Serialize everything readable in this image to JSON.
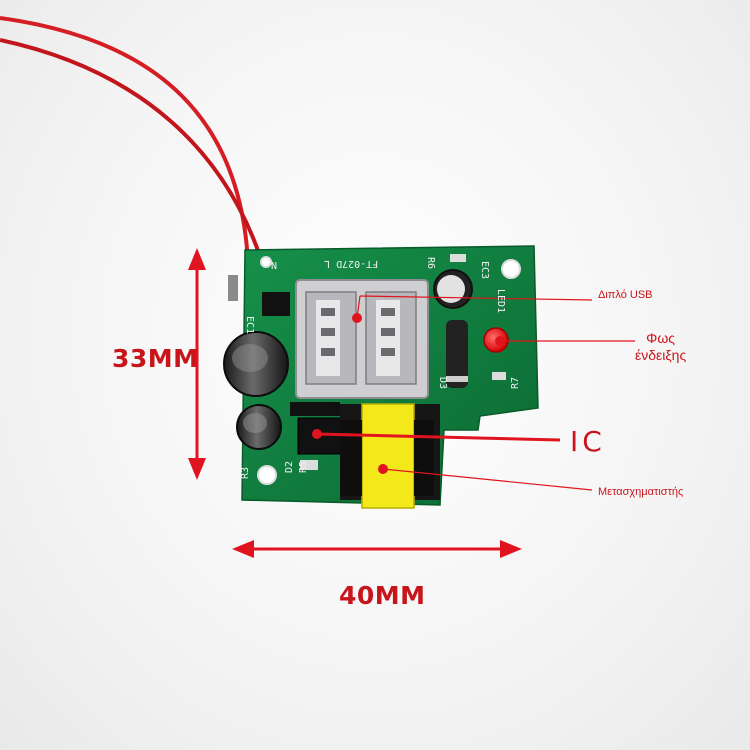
{
  "dimensions": {
    "height_label": "33MM",
    "width_label": "40MM"
  },
  "callouts": {
    "usb": "Διπλό USB",
    "led_line1": "Φως",
    "led_line2": "ένδειξης",
    "ic": "IC",
    "transformer": "Μετασχηματιστής"
  },
  "silkscreen": {
    "model": "FT-027D L",
    "r6": "R6",
    "ec3": "EC3",
    "led1": "LED1",
    "d3": "D3",
    "r7": "R7",
    "ec1": "EC1",
    "r3": "R3",
    "d2": "D2",
    "r5": "R5",
    "n": "N"
  },
  "colors": {
    "accent_red": "#e0141e",
    "pcb_green": "#0f7a3c",
    "transformer_yellow": "#f2e81a",
    "wire_red": "#d41e24"
  }
}
